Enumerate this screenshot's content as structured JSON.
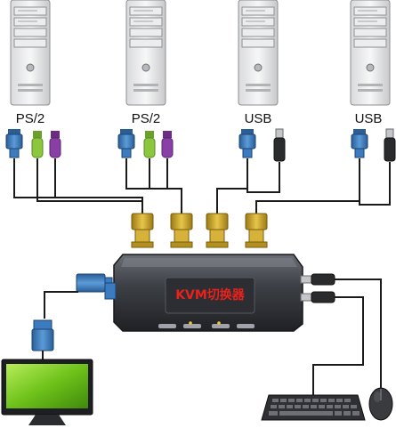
{
  "computers": [
    {
      "port_type": "PS/2"
    },
    {
      "port_type": "PS/2"
    },
    {
      "port_type": "USB"
    },
    {
      "port_type": "USB"
    }
  ],
  "switch": {
    "label": "KVM切换器"
  },
  "colors": {
    "vga_blue": "#3b7bbf",
    "ps2_green": "#8cc63f",
    "ps2_purple": "#8a3fa6",
    "connector_gold": "#c9a227",
    "switch_body": "#3a3d42",
    "screen_green": "#6ec21a",
    "label_red": "#e8221b"
  },
  "icons": [
    "computer-tower-icon",
    "vga-connector-icon",
    "ps2-connector-icon",
    "usb-connector-icon",
    "monitor-icon",
    "keyboard-icon",
    "mouse-icon"
  ]
}
